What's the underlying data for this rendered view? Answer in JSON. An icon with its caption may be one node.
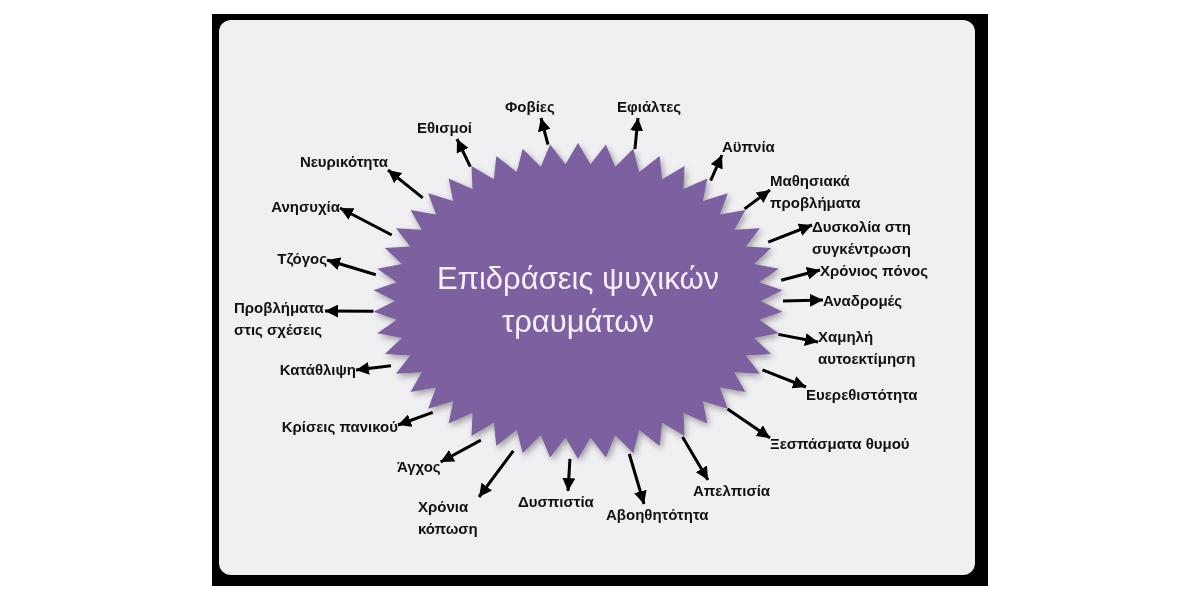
{
  "diagram": {
    "nodes": [
      {
        "text": [
          "Επιδράσεις ψυχικών τραυμάτων"
        ]
      },
      {
        "text": [
          "Φοβίες"
        ]
      },
      {
        "text": [
          "Εφιάλτες"
        ]
      },
      {
        "text": [
          "Αϋπνία"
        ]
      },
      {
        "text": [
          "Μαθησιακά προβλήματα"
        ]
      },
      {
        "text": [
          "Δυσκολία στη συγκέντρωση"
        ]
      },
      {
        "text": [
          "Χρόνιος πόνος"
        ]
      },
      {
        "text": [
          "Αναδρομές"
        ]
      },
      {
        "text": [
          "Χαμηλή αυτοεκτίμηση"
        ]
      },
      {
        "text": [
          "Ευερεθιστότητα"
        ]
      },
      {
        "text": [
          "Ξεσπάσματα θυμού"
        ]
      },
      {
        "text": [
          "Απελπισία"
        ]
      },
      {
        "text": [
          "Αβοηθητότητα"
        ]
      },
      {
        "text": [
          "Δυσπιστία"
        ]
      },
      {
        "text": [
          "Χρόνια κόπωση"
        ]
      },
      {
        "text": [
          "Άγχος"
        ]
      },
      {
        "text": [
          "Κρίσεις πανικού"
        ]
      },
      {
        "text": [
          "Κατάθλιψη"
        ]
      },
      {
        "text": [
          "Προβλήματα στις σχέσεις"
        ]
      },
      {
        "text": [
          "Τζόγος"
        ]
      },
      {
        "text": [
          "Ανησυχία"
        ]
      },
      {
        "text": [
          "Νευρικότητα"
        ]
      },
      {
        "text": [
          "Εθισμοί"
        ]
      }
    ],
    "edges": [
      {
        "from": 0,
        "to": 1,
        "arrow": "to"
      },
      {
        "from": 0,
        "to": 2,
        "arrow": "to"
      },
      {
        "from": 0,
        "to": 3,
        "arrow": "to"
      },
      {
        "from": 0,
        "to": 4,
        "arrow": "to"
      },
      {
        "from": 0,
        "to": 5,
        "arrow": "to"
      },
      {
        "from": 0,
        "to": 6,
        "arrow": "to"
      },
      {
        "from": 0,
        "to": 7,
        "arrow": "to"
      },
      {
        "from": 0,
        "to": 8,
        "arrow": "to"
      },
      {
        "from": 0,
        "to": 9,
        "arrow": "to"
      },
      {
        "from": 0,
        "to": 10,
        "arrow": "to"
      },
      {
        "from": 0,
        "to": 11,
        "arrow": "to"
      },
      {
        "from": 0,
        "to": 12,
        "arrow": "to"
      },
      {
        "from": 0,
        "to": 13,
        "arrow": "to"
      },
      {
        "from": 0,
        "to": 14,
        "arrow": "to"
      },
      {
        "from": 0,
        "to": 15,
        "arrow": "to"
      },
      {
        "from": 0,
        "to": 16,
        "arrow": "to"
      },
      {
        "from": 0,
        "to": 17,
        "arrow": "to"
      },
      {
        "from": 0,
        "to": 18,
        "arrow": "to"
      },
      {
        "from": 0,
        "to": 19,
        "arrow": "to"
      },
      {
        "from": 0,
        "to": 20,
        "arrow": "to"
      },
      {
        "from": 0,
        "to": 21,
        "arrow": "to"
      },
      {
        "from": 0,
        "to": 22,
        "arrow": "to"
      }
    ]
  }
}
